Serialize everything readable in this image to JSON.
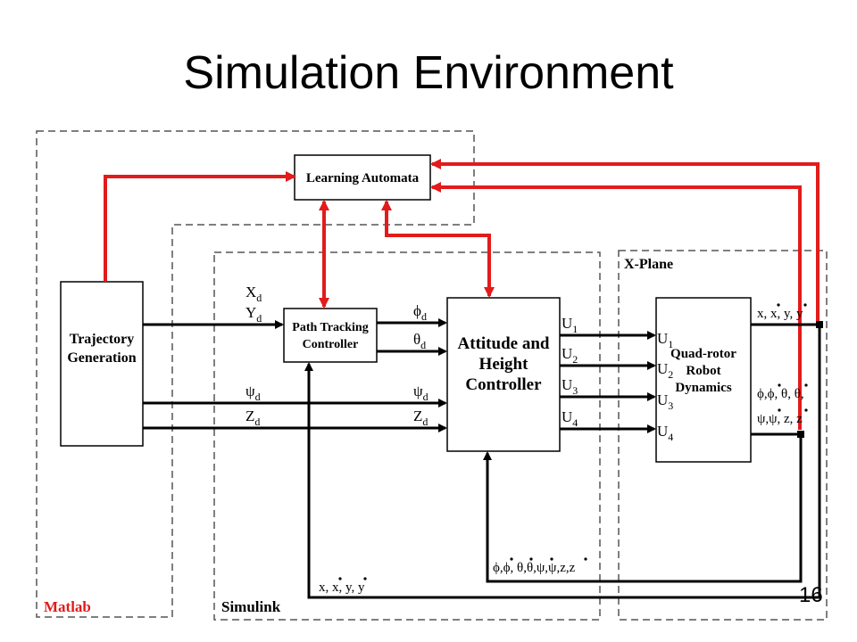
{
  "title": "Simulation Environment",
  "page_number": "16",
  "regions": {
    "matlab": "Matlab",
    "simulink": "Simulink",
    "xplane": "X-Plane"
  },
  "blocks": {
    "learning_automata": "Learning Automata",
    "trajectory_line1": "Trajectory",
    "trajectory_line2": "Generation",
    "path_tracking_line1": "Path Tracking",
    "path_tracking_line2": "Controller",
    "attitude_line1": "Attitude and",
    "attitude_line2": "Height",
    "attitude_line3": "Controller",
    "quad_line1": "Quad-rotor",
    "quad_line2": "Robot",
    "quad_line3": "Dynamics"
  },
  "signals": {
    "xd": "X",
    "yd": "Y",
    "psid_left": "ψ",
    "zd_left": "Z",
    "phid": "ϕ",
    "thetad": "θ",
    "psid_mid": "ψ",
    "zd_mid": "Z",
    "d": "d",
    "u_out": [
      "U",
      "U",
      "U",
      "U"
    ],
    "u_in": [
      "U",
      "U",
      "U",
      "U"
    ],
    "u_sub": [
      "1",
      "2",
      "3",
      "4"
    ],
    "pos_out": "x, x, y, y",
    "att_out_line1": "ϕ,ϕ, θ, θ,",
    "att_out_line2": "ψ,ψ, z, z",
    "feedback_attitude": "ϕ,ϕ, θ,θ,ψ,ψ,z,z",
    "feedback_position": "x, x, y, y"
  },
  "colors": {
    "red_link": "#e21b1b",
    "region_label_matlab": "#e21b1b"
  }
}
